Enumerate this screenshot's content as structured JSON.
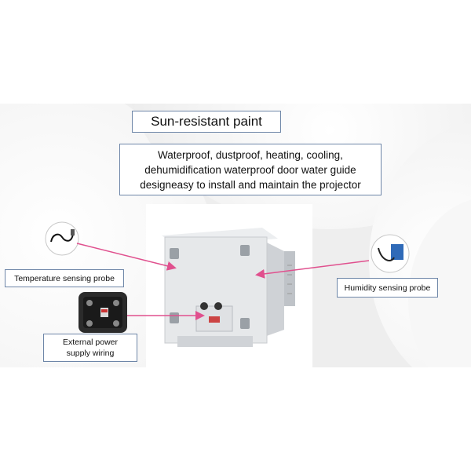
{
  "title": "Sun-resistant paint",
  "description_lines": [
    "Waterproof, dustproof, heating, cooling,",
    "dehumidification waterproof door water guide",
    "designeasy to install and maintain the projector"
  ],
  "labels": {
    "temperature_probe": "Temperature sensing probe",
    "humidity_probe": "Humidity sensing probe",
    "power_line1": "External power",
    "power_line2": "supply wiring"
  },
  "colors": {
    "arrow": "#e0508e",
    "box_border": "#6e86a8"
  }
}
